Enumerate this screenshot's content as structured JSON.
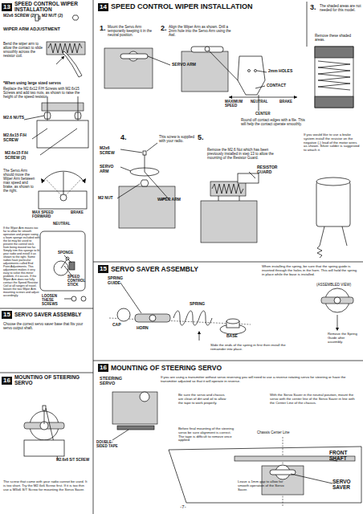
{
  "diagram": {
    "nodes": [
      {
        "text": [
          "13",
          "SPEED CONTROL WIPER INSTALLATION"
        ]
      },
      {
        "text": [
          "14",
          "SPEED CONTROL WIPER INSTALLATION"
        ]
      },
      {
        "text": [
          "15",
          "SERVO SAVER ASSEMBLY"
        ]
      },
      {
        "text": [
          "15",
          "SERVO SAVER ASSEMBLY"
        ]
      },
      {
        "text": [
          "16",
          "MOUNTING OF STEERING SERVO"
        ]
      },
      {
        "text": [
          "16",
          "MOUNTING OF STEERING SERVO"
        ]
      }
    ],
    "labels": [
      "M2x6 SCREW (2)",
      "M2 NUT (2)",
      "WIPER ARM ADJUSTMENT",
      "Bend the wiper arm to allow the contact to slide smoothly across the resistor coil.",
      "*When using large sized servos",
      "Replace the M2.6x12 F/H Screws with M2.6x15 Screws and add two nuts, as shown to raise the height of the speed resistor.",
      "M2.6 NUTS",
      "M2.6x15 F/H SCREW",
      "M2.6x15 F/H SCREW (2)",
      "The Servo Arm should move the Wiper Arm between max speed and brake, as shown to the right.",
      "MAX SPEED FORWARD",
      "BRAKE",
      "NEUTRAL",
      "If the Wiper Arm moves too far to allow for smooth operation and proper swing, a foam sponge included with the kit may be used to prevent the control stick from being moved too far. Simply trim this sponge to fit your radio and install it as shown to the right. Some radios have particular adjustments called End Point Adjustments. This adjustment makes it very easy to solve this minor problem, if it occurs. If the Wiper Arm does not fully contact the Speed Resistor Coil at all ranges of travel, loosen the two Wiper Arm mounting screws and adjust accordingly.",
      "SPONGE",
      "SPEED CONTROL STICK",
      "LOOSEN THESE SCREWS",
      "Choose the correct servo saver base that fits your servo output shaft.",
      "M2.6x6 S/T SCREW",
      "The screw that came with your radio cannot be used. It is too short. Try the M2.6x6 Screw first. If it is too thin use a M3x6 S/T Screw for mounting the Servo Saver.",
      "3.",
      "The shaded areas are not needed for this model.",
      "Remove these shaded areas.",
      "1.",
      "Mount the Servo Arm temporarily keeping it in the neutral position.",
      "2.",
      "Align the Wiper Arm as shown. Drill a 2mm hole into the Servo Arm using the Awl.",
      "SERVO ARM",
      "2mm HOLES",
      "CONTACT",
      "MAXIMUM SPEED",
      "NEUTRAL",
      "BRAKE",
      "CENTER",
      "Round off contact edges with a file. This will help the contact operate smoothly.",
      "4.",
      "M2x6 SCREW",
      "SERVO ARM",
      "M2 NUT",
      "WIPER ARM",
      "This screw is supplied with your radio.",
      "5.",
      "Remove the M2.6 Nut which has been previously installed in step 13 to allow the mounting of the Resistor Guard.",
      "RESISTOR GUARD",
      "If you would like to use a brake system install the resistor on the negative (-) lead of the motor wires as shown. Silver solder is suggested to attach it.",
      "SPRING GUIDE",
      "CAP",
      "HORN",
      "SPRING",
      "BASE",
      "When installing the spring, be sure that the spring guide is inserted through the holes in the horn. This will hold the spring in place while the base is installed.",
      "(ASSEMBLED VIEW)",
      "Remove the Spring Guide after assembly.",
      "Slide the ends of the spring in first then install the remainder into place.",
      "STEERING SERVO",
      "If you are using a transmitter without servo reversing you will need to use a reverse rotating servo for steering or have the transmitter adjusted so that it will operate in reverse.",
      "Be sure the servo and chassis are clean of dirt and oil to allow the tape to work properly.",
      "With the Servo Saver in the neutral position, mount the servo with the center line of the Servo Saver in line with the Center Line of the chassis.",
      "DOUBLE-SIDED TAPE",
      "Before final mounting of the steering servo be sure alignment is correct. The tape is difficult to remove once applied.",
      "Chassis Center Line",
      "FRONT SHAFT",
      "SERVO SAVER",
      "Leave a 1mm gap to allow for smooth operation of the Servo Saver.",
      "-7-"
    ]
  }
}
